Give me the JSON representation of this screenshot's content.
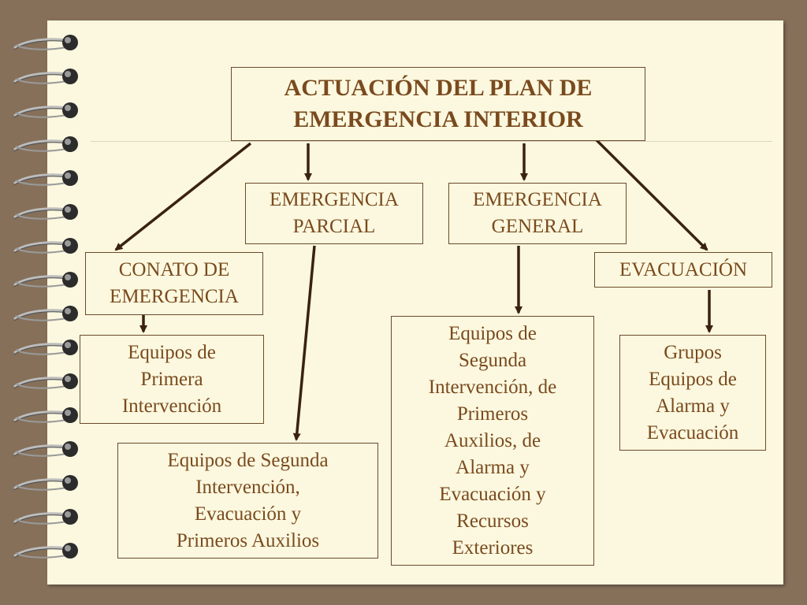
{
  "title": "ACTUACIÓN DEL PLAN DE\nEMERGENCIA INTERIOR",
  "nodes": {
    "parcial": "EMERGENCIA\nPARCIAL",
    "general": "EMERGENCIA\nGENERAL",
    "conato": "CONATO DE\nEMERGENCIA",
    "evacuacion": "EVACUACIÓN",
    "primera": "Equipos de\nPrimera\nIntervención",
    "segunda_parcial": "Equipos de Segunda\nIntervención,\nEvacuación y\nPrimeros Auxilios",
    "segunda_general": "Equipos de\nSegunda\nIntervención, de\nPrimeros\nAuxilios, de\nAlarma y\nEvacuación y\nRecursos\nExteriores",
    "grupos": "Grupos\nEquipos de\nAlarma y\nEvacuación"
  },
  "colors": {
    "background": "#86705a",
    "paper": "#fbf8df",
    "text": "#7a4a1e",
    "arrow": "#3a220e"
  }
}
